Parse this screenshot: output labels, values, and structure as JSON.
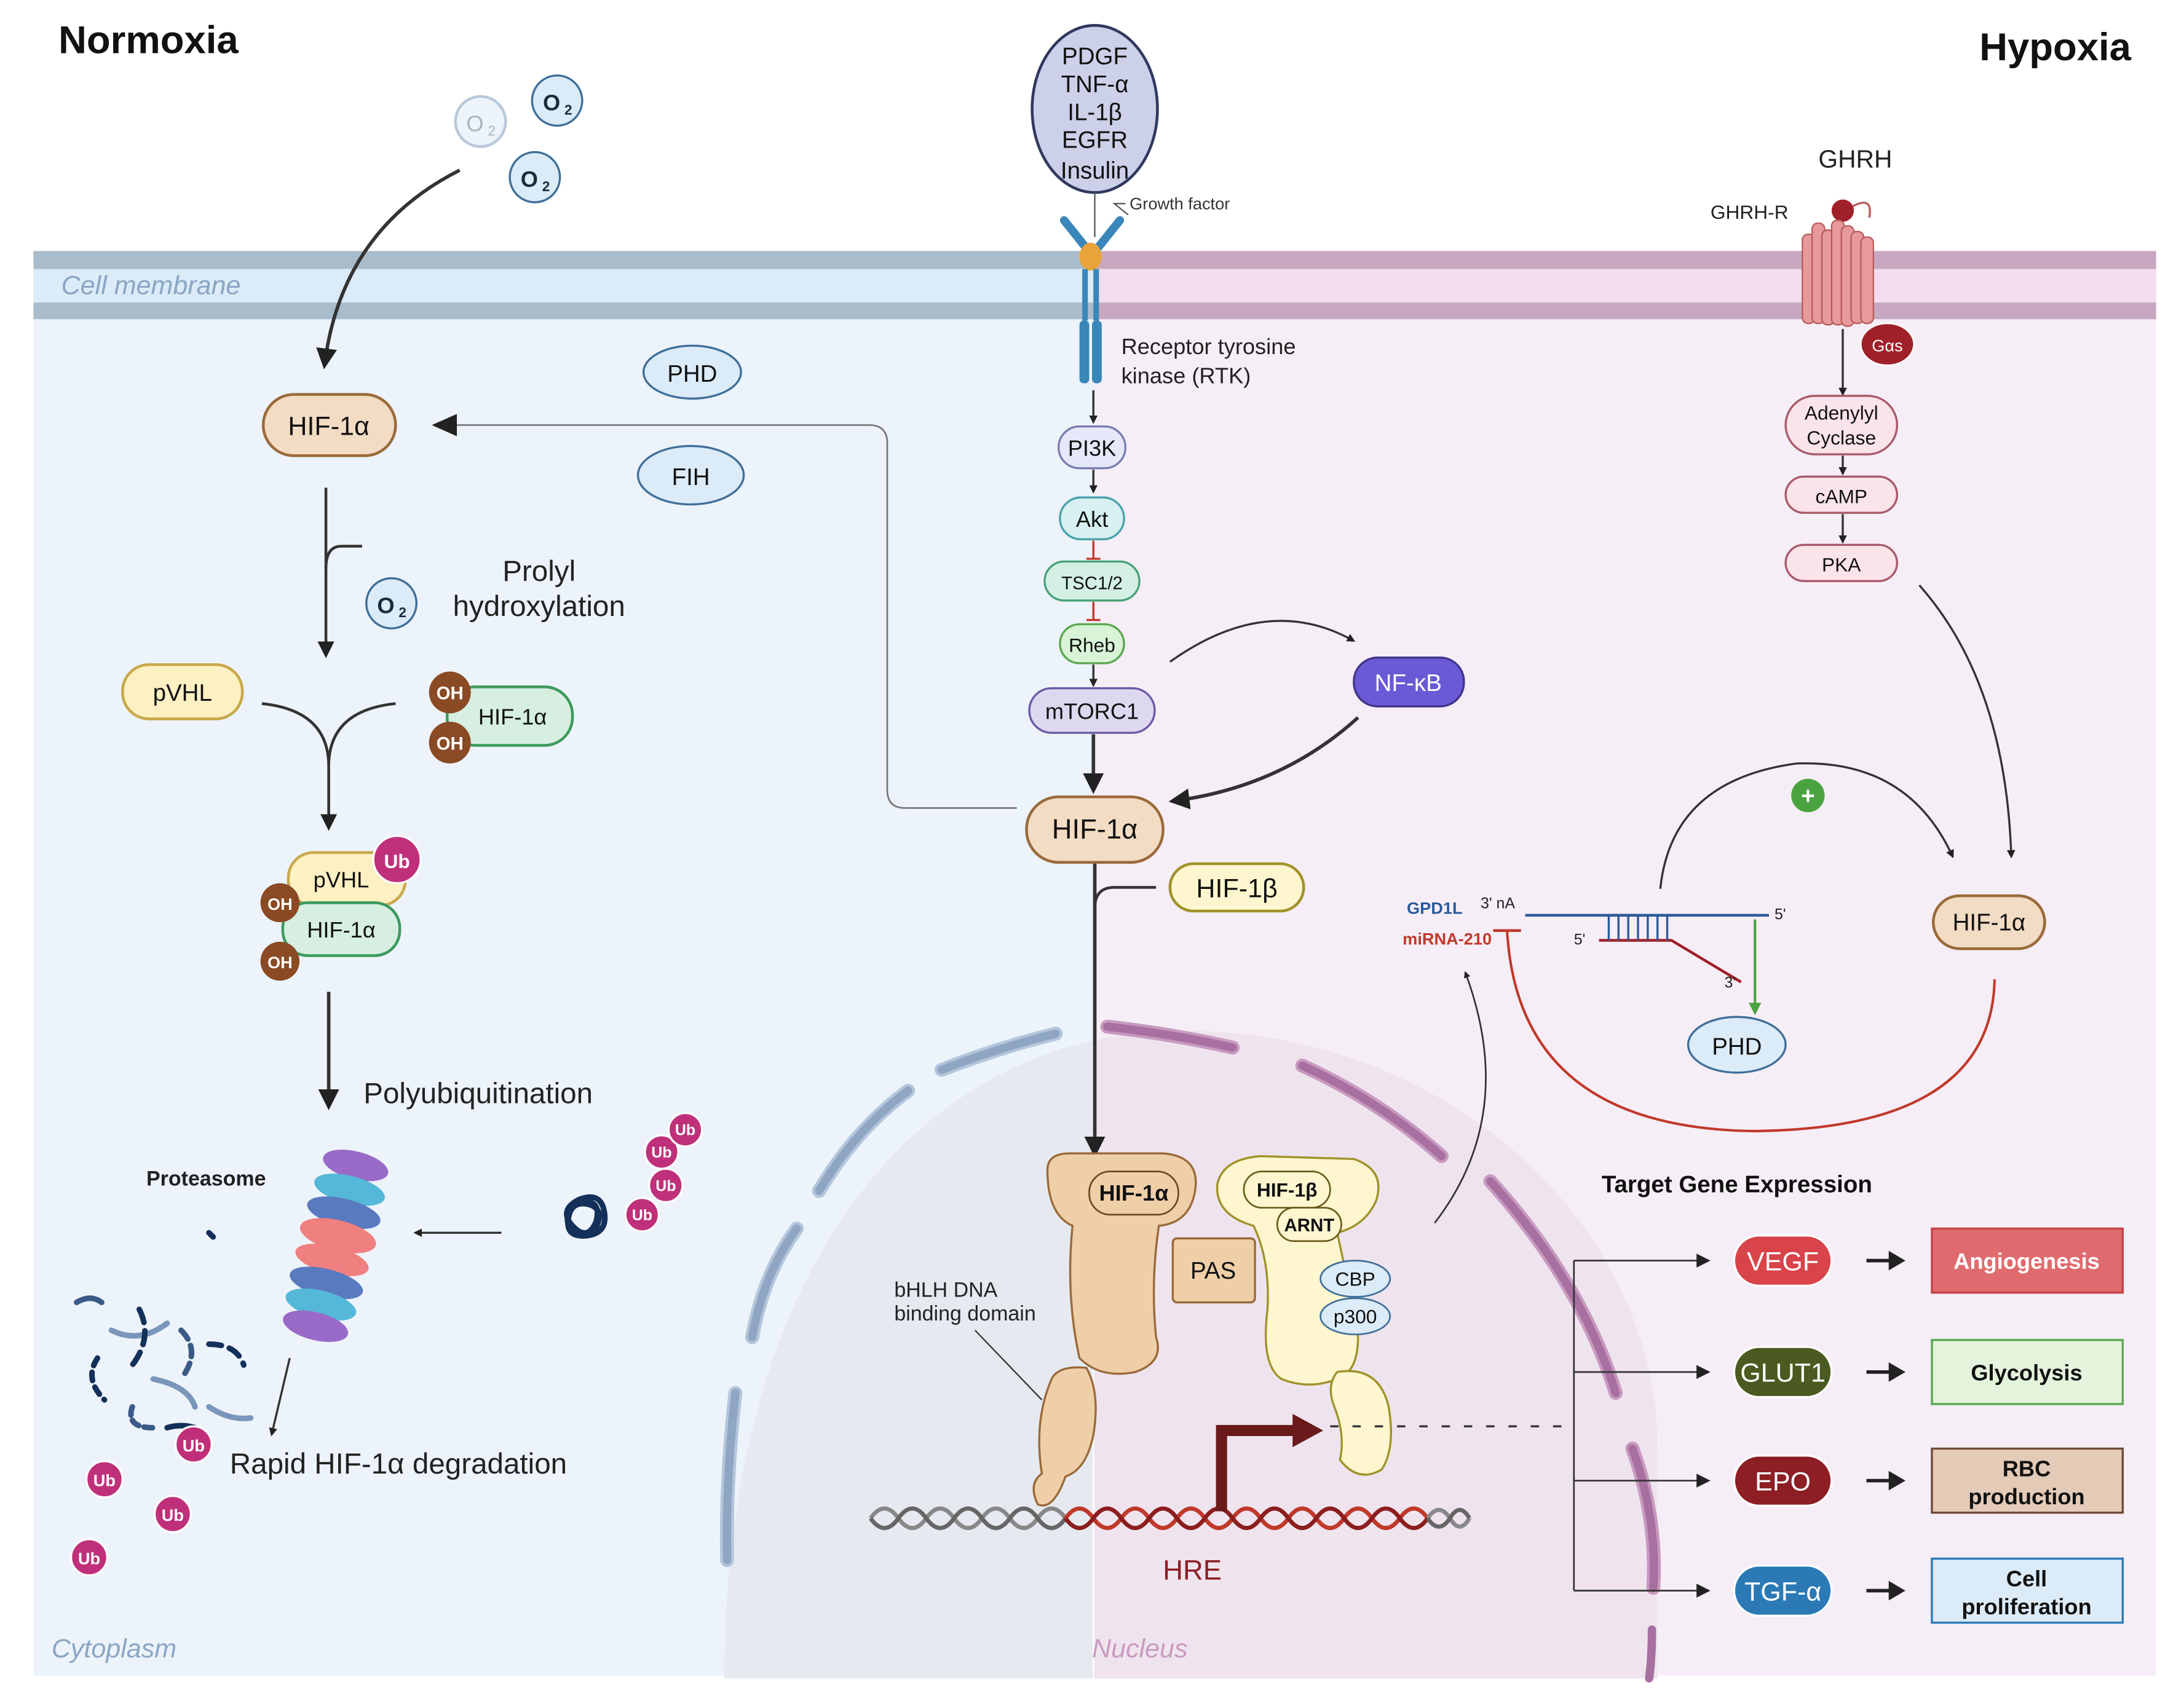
{
  "titles": {
    "normoxia": "Normoxia",
    "hypoxia": "Hypoxia"
  },
  "regions": {
    "cell_membrane": "Cell membrane",
    "cytoplasm": "Cytoplasm",
    "nucleus": "Nucleus"
  },
  "oxygen": {
    "label": "O",
    "sub": "2"
  },
  "growth_factors": {
    "lines": [
      "PDGF",
      "TNF-α",
      "IL-1β",
      "EGFR",
      "Insulin"
    ],
    "caption": "Growth factor"
  },
  "receptor": {
    "line1": "Receptor tyrosine",
    "line2": "kinase (RTK)"
  },
  "pathway": {
    "pi3k": "PI3K",
    "akt": "Akt",
    "tsc": "TSC1/2",
    "rheb": "Rheb",
    "mtorc1": "mTORC1",
    "nfkb": "NF-κB"
  },
  "hydroxylases": {
    "phd": "PHD",
    "fih": "FIH"
  },
  "hif": {
    "alpha": "HIF-1α",
    "beta": "HIF-1β",
    "arnt": "ARNT",
    "oh": "OH",
    "ub": "Ub",
    "pvhl": "pVHL"
  },
  "steps": {
    "prolyl_1": "Prolyl",
    "prolyl_2": "hydroxylation",
    "polyub": "Polyubiquitination",
    "proteasome": "Proteasome",
    "degradation": "Rapid HIF-1α degradation"
  },
  "ghrh": {
    "ligand": "GHRH",
    "receptor": "GHRH-R",
    "gas": "Gαs",
    "ac1": "Adenylyl",
    "ac2": "Cyclase",
    "camp": "cAMP",
    "pka": "PKA"
  },
  "mirna": {
    "gpd1l": "GPD1L",
    "mir210": "miRNA-210",
    "three_prime_na": "3' nA",
    "five_prime": "5'",
    "three_prime": "3'",
    "phd": "PHD",
    "plus": "+"
  },
  "complex": {
    "pas": "PAS",
    "cbp": "CBP",
    "p300": "p300",
    "bhlh1": "bHLH DNA",
    "bhlh2": "binding domain",
    "hre": "HRE"
  },
  "targets": {
    "heading": "Target Gene Expression",
    "genes": [
      {
        "gene": "VEGF",
        "outcome": "Angiogenesis",
        "gene_color": "#d9434a",
        "box_fill": "#e06b6f",
        "box_text_color": "#ffffff",
        "box_stroke": "#c44348"
      },
      {
        "gene": "GLUT1",
        "outcome": "Glycolysis",
        "gene_color": "#4a5a20",
        "box_fill": "#e4f3dc",
        "box_text_color": "#111111",
        "box_stroke": "#5aa850"
      },
      {
        "gene": "EPO",
        "outcome_1": "RBC",
        "outcome_2": "production",
        "gene_color": "#8c1e24",
        "box_fill": "#e3cbb8",
        "box_text_color": "#111111",
        "box_stroke": "#6e4a38"
      },
      {
        "gene": "TGF-α",
        "outcome_1": "Cell",
        "outcome_2": "proliferation",
        "gene_color": "#2b7ab6",
        "box_fill": "#dcebf8",
        "box_text_color": "#111111",
        "box_stroke": "#2b7ab6"
      }
    ]
  }
}
